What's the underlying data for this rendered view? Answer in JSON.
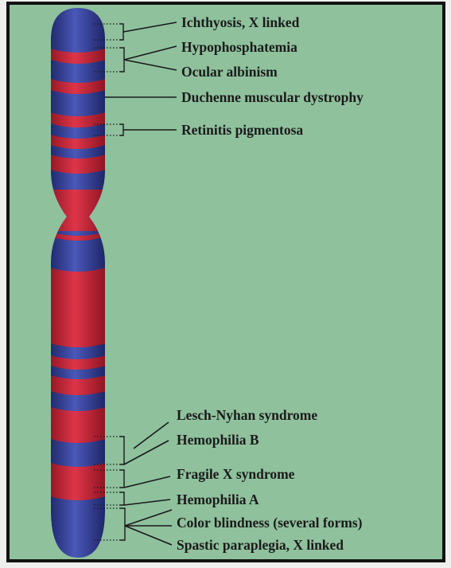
{
  "figure": {
    "colors": {
      "background": "#8fc19d",
      "frame": "#121212",
      "chromatid_blue": "#2f3a8c",
      "band_red": "#c8233a",
      "text": "#1a1a1a"
    },
    "labels_top": [
      "Ichthyosis, X linked",
      "Hypophosphatemia",
      "Ocular albinism",
      "Duchenne muscular dystrophy",
      "Retinitis pigmentosa"
    ],
    "labels_bottom": [
      "Lesch-Nyhan syndrome",
      "Hemophilia B",
      "Fragile X syndrome",
      "Hemophilia A",
      "Color blindness (several forms)",
      "Spastic paraplegia, X linked"
    ]
  }
}
